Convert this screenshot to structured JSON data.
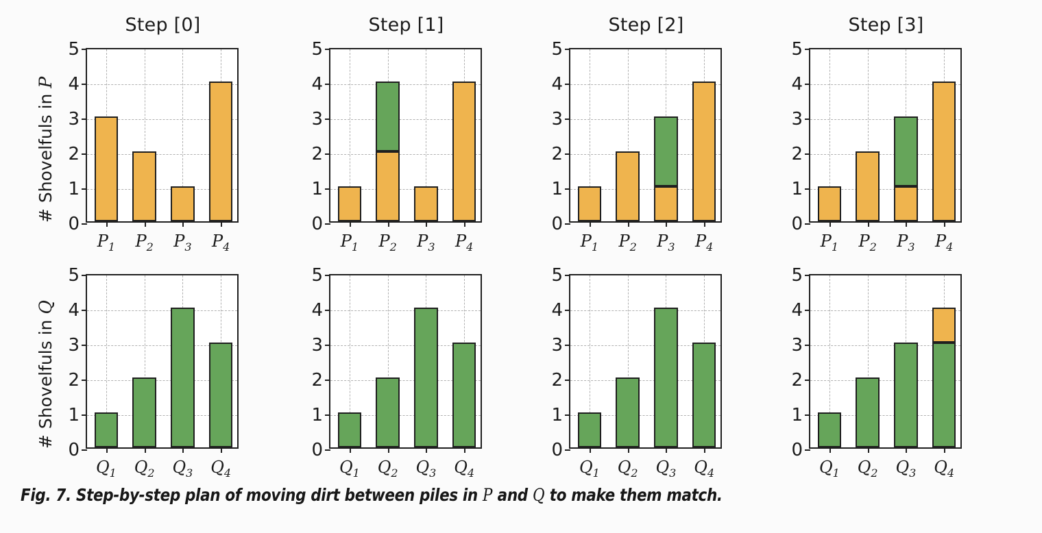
{
  "figure": {
    "caption_prefix": "Fig. 7.",
    "caption_text_1": " Step-by-step plan of moving dirt between piles in ",
    "caption_sym_p": "P",
    "caption_text_2": " and ",
    "caption_sym_q": "Q",
    "caption_text_3": " to make them match.",
    "caption_full": "Fig. 7. Step-by-step plan of moving dirt between piles in P and Q to make them match.",
    "background_color": "#fbfbfb"
  },
  "colors": {
    "orange": "#efb44e",
    "green": "#66a55a",
    "edge": "#1f1f1f",
    "grid": "#b0b0b0",
    "text": "#1b1b1b",
    "axes_face": "#ffffff"
  },
  "chart_data": {
    "type": "bar",
    "title": "Step-by-step plan of moving dirt between piles in P and Q to make them match.",
    "layout": "2 rows x 4 columns of stacked bar subplots",
    "grid": true,
    "legend": "none",
    "ylim": [
      0,
      5
    ],
    "yticks": [
      0,
      1,
      2,
      3,
      4,
      5
    ],
    "ytick_labels": [
      "0",
      "1",
      "2",
      "3",
      "4",
      "5"
    ],
    "series_names": [
      "orange",
      "green"
    ],
    "panels": [
      {
        "title": "Step [0]",
        "row": 0,
        "col": 0,
        "ylabel": "# Shovelfuls in P",
        "ylabel_plain": "# Shovelfuls in",
        "ylabel_sym": "P",
        "categories": [
          "P_1",
          "P_2",
          "P_3",
          "P_4"
        ],
        "category_labels": [
          "P",
          "P",
          "P",
          "P"
        ],
        "category_subs": [
          "1",
          "2",
          "3",
          "4"
        ],
        "totals": [
          3,
          2,
          1,
          4
        ],
        "segments": [
          [
            {
              "color": "orange",
              "from": 0,
              "to": 3
            }
          ],
          [
            {
              "color": "orange",
              "from": 0,
              "to": 2
            }
          ],
          [
            {
              "color": "orange",
              "from": 0,
              "to": 1
            }
          ],
          [
            {
              "color": "orange",
              "from": 0,
              "to": 4
            }
          ]
        ]
      },
      {
        "title": "Step [1]",
        "row": 0,
        "col": 1,
        "ylabel": "",
        "categories": [
          "P_1",
          "P_2",
          "P_3",
          "P_4"
        ],
        "category_labels": [
          "P",
          "P",
          "P",
          "P"
        ],
        "category_subs": [
          "1",
          "2",
          "3",
          "4"
        ],
        "totals": [
          1,
          4,
          1,
          4
        ],
        "segments": [
          [
            {
              "color": "orange",
              "from": 0,
              "to": 1
            }
          ],
          [
            {
              "color": "orange",
              "from": 0,
              "to": 2
            },
            {
              "color": "green",
              "from": 2,
              "to": 4
            }
          ],
          [
            {
              "color": "orange",
              "from": 0,
              "to": 1
            }
          ],
          [
            {
              "color": "orange",
              "from": 0,
              "to": 4
            }
          ]
        ]
      },
      {
        "title": "Step [2]",
        "row": 0,
        "col": 2,
        "ylabel": "",
        "categories": [
          "P_1",
          "P_2",
          "P_3",
          "P_4"
        ],
        "category_labels": [
          "P",
          "P",
          "P",
          "P"
        ],
        "category_subs": [
          "1",
          "2",
          "3",
          "4"
        ],
        "totals": [
          1,
          2,
          3,
          4
        ],
        "segments": [
          [
            {
              "color": "orange",
              "from": 0,
              "to": 1
            }
          ],
          [
            {
              "color": "orange",
              "from": 0,
              "to": 2
            }
          ],
          [
            {
              "color": "orange",
              "from": 0,
              "to": 1
            },
            {
              "color": "green",
              "from": 1,
              "to": 3
            }
          ],
          [
            {
              "color": "orange",
              "from": 0,
              "to": 4
            }
          ]
        ]
      },
      {
        "title": "Step [3]",
        "row": 0,
        "col": 3,
        "ylabel": "",
        "categories": [
          "P_1",
          "P_2",
          "P_3",
          "P_4"
        ],
        "category_labels": [
          "P",
          "P",
          "P",
          "P"
        ],
        "category_subs": [
          "1",
          "2",
          "3",
          "4"
        ],
        "totals": [
          1,
          2,
          3,
          4
        ],
        "segments": [
          [
            {
              "color": "orange",
              "from": 0,
              "to": 1
            }
          ],
          [
            {
              "color": "orange",
              "from": 0,
              "to": 2
            }
          ],
          [
            {
              "color": "orange",
              "from": 0,
              "to": 1
            },
            {
              "color": "green",
              "from": 1,
              "to": 3
            }
          ],
          [
            {
              "color": "orange",
              "from": 0,
              "to": 4
            }
          ]
        ]
      },
      {
        "title": "",
        "row": 1,
        "col": 0,
        "ylabel": "# Shovelfuls in Q",
        "ylabel_plain": "# Shovelfuls in",
        "ylabel_sym": "Q",
        "categories": [
          "Q_1",
          "Q_2",
          "Q_3",
          "Q_4"
        ],
        "category_labels": [
          "Q",
          "Q",
          "Q",
          "Q"
        ],
        "category_subs": [
          "1",
          "2",
          "3",
          "4"
        ],
        "totals": [
          1,
          2,
          4,
          3
        ],
        "segments": [
          [
            {
              "color": "green",
              "from": 0,
              "to": 1
            }
          ],
          [
            {
              "color": "green",
              "from": 0,
              "to": 2
            }
          ],
          [
            {
              "color": "green",
              "from": 0,
              "to": 4
            }
          ],
          [
            {
              "color": "green",
              "from": 0,
              "to": 3
            }
          ]
        ]
      },
      {
        "title": "",
        "row": 1,
        "col": 1,
        "ylabel": "",
        "categories": [
          "Q_1",
          "Q_2",
          "Q_3",
          "Q_4"
        ],
        "category_labels": [
          "Q",
          "Q",
          "Q",
          "Q"
        ],
        "category_subs": [
          "1",
          "2",
          "3",
          "4"
        ],
        "totals": [
          1,
          2,
          4,
          3
        ],
        "segments": [
          [
            {
              "color": "green",
              "from": 0,
              "to": 1
            }
          ],
          [
            {
              "color": "green",
              "from": 0,
              "to": 2
            }
          ],
          [
            {
              "color": "green",
              "from": 0,
              "to": 4
            }
          ],
          [
            {
              "color": "green",
              "from": 0,
              "to": 3
            }
          ]
        ]
      },
      {
        "title": "",
        "row": 1,
        "col": 2,
        "ylabel": "",
        "categories": [
          "Q_1",
          "Q_2",
          "Q_3",
          "Q_4"
        ],
        "category_labels": [
          "Q",
          "Q",
          "Q",
          "Q"
        ],
        "category_subs": [
          "1",
          "2",
          "3",
          "4"
        ],
        "totals": [
          1,
          2,
          4,
          3
        ],
        "segments": [
          [
            {
              "color": "green",
              "from": 0,
              "to": 1
            }
          ],
          [
            {
              "color": "green",
              "from": 0,
              "to": 2
            }
          ],
          [
            {
              "color": "green",
              "from": 0,
              "to": 4
            }
          ],
          [
            {
              "color": "green",
              "from": 0,
              "to": 3
            }
          ]
        ]
      },
      {
        "title": "",
        "row": 1,
        "col": 3,
        "ylabel": "",
        "categories": [
          "Q_1",
          "Q_2",
          "Q_3",
          "Q_4"
        ],
        "category_labels": [
          "Q",
          "Q",
          "Q",
          "Q"
        ],
        "category_subs": [
          "1",
          "2",
          "3",
          "4"
        ],
        "totals": [
          1,
          2,
          3,
          4
        ],
        "segments": [
          [
            {
              "color": "green",
              "from": 0,
              "to": 1
            }
          ],
          [
            {
              "color": "green",
              "from": 0,
              "to": 2
            }
          ],
          [
            {
              "color": "green",
              "from": 0,
              "to": 3
            }
          ],
          [
            {
              "color": "green",
              "from": 0,
              "to": 3
            },
            {
              "color": "orange",
              "from": 3,
              "to": 4
            }
          ]
        ]
      }
    ]
  }
}
